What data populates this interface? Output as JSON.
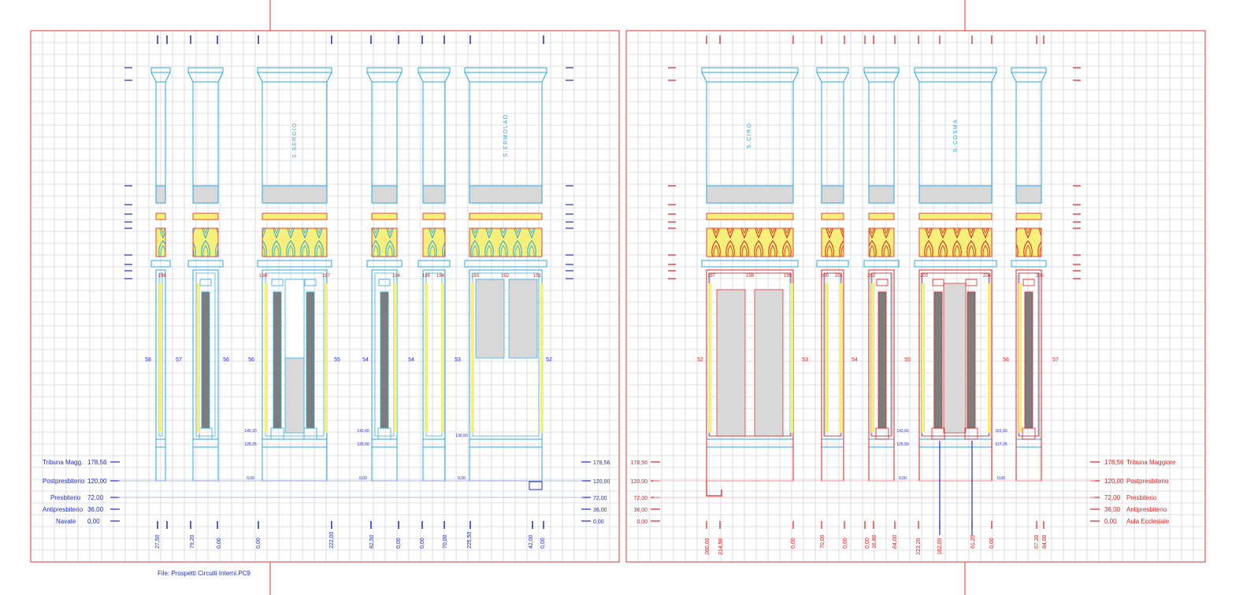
{
  "file_label": "File: Prospetti Circuiti Interni.PC9",
  "colors": {
    "grid": "#d6d6de",
    "frame": "#e33434",
    "blue": "#1d2bd6",
    "cyan": "#2aa8e0",
    "red": "#e02020",
    "yellow": "#f6f07a",
    "grey": "#d8d8d8",
    "dark": "#7d7d7d"
  },
  "left_panel": {
    "saint_names": [
      "S.SERGIO",
      "S.ERMOLAO"
    ],
    "column_numbers": [
      "58",
      "57",
      "56",
      "56",
      "55",
      "54",
      "54",
      "53",
      "52"
    ],
    "top_numbers": [
      "196",
      "198",
      "197",
      "196",
      "195",
      "194",
      "193",
      "192",
      "191"
    ],
    "small_dims": [
      "145,10",
      "128,25",
      "142,60",
      "125,50",
      "130,50",
      "0,00",
      "0,00",
      "0,00"
    ],
    "levels": [
      {
        "name": "Tribuna Magg.",
        "value": "178,56"
      },
      {
        "name": "Postpresbiterio",
        "value": "120,00"
      },
      {
        "name": "Presbiterio",
        "value": "72,00"
      },
      {
        "name": "Antipresbiterio",
        "value": "36,00"
      },
      {
        "name": "Navate",
        "value": "0,00"
      }
    ],
    "right_level_values": [
      "178,56",
      "120,00",
      "72,00",
      "36,00",
      "0,00"
    ],
    "bottom_dims": [
      "27,50",
      "79,20",
      "0,00",
      "0,00",
      "222,00",
      "82,50",
      "0,00",
      "0,00",
      "70,00",
      "225,50",
      "42,00",
      "0,00"
    ]
  },
  "right_panel": {
    "saint_names": [
      "S.CIRO",
      "S.COSMA"
    ],
    "column_numbers": [
      "52",
      "53",
      "54",
      "55",
      "56",
      "57"
    ],
    "top_numbers": [
      "197",
      "198",
      "199",
      "200",
      "201",
      "202",
      "203",
      "204",
      "205"
    ],
    "small_dims": [
      "142,60",
      "125,50",
      "161,50",
      "127,25",
      "0,00",
      "0,00"
    ],
    "levels": [
      {
        "name": "Tribuna Maggiore",
        "value": "178,56"
      },
      {
        "name": "Postpresbiterio",
        "value": "120,00"
      },
      {
        "name": "Presbiterio",
        "value": "72,00"
      },
      {
        "name": "Antipresbiterio",
        "value": "36,00"
      },
      {
        "name": "Aula Ecclesiale",
        "value": "0,00"
      }
    ],
    "left_level_values": [
      "178,56",
      "120,00",
      "72,00",
      "36,00",
      "0,00"
    ],
    "bottom_dims": [
      "260,00",
      "214,56",
      "0,00",
      "70,00",
      "0,00",
      "0,00",
      "16,80",
      "84,00",
      "223,20",
      "162,00",
      "61,20",
      "0,00",
      "67,20",
      "84,00"
    ]
  }
}
